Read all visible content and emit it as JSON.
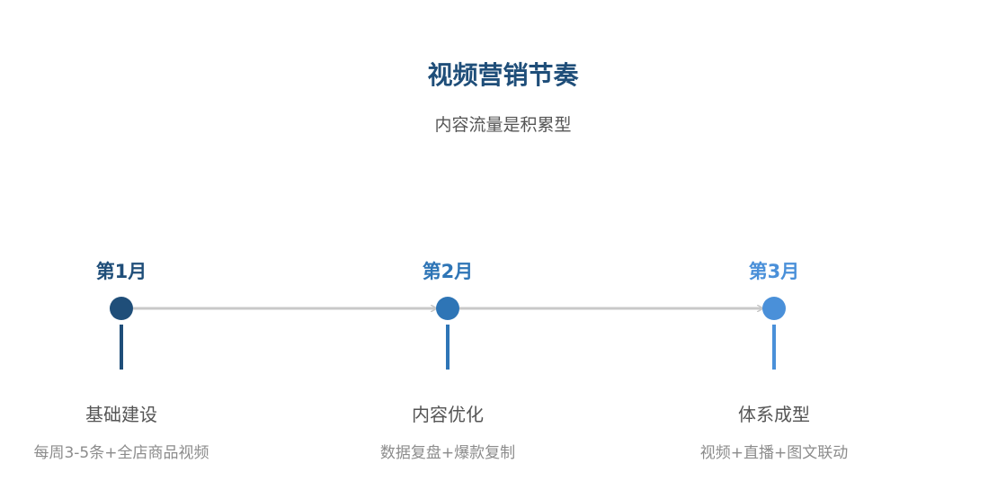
{
  "header": {
    "title": "视频营销节奏",
    "subtitle": "内容流量是积累型"
  },
  "colors": {
    "title": "#1f4e79",
    "connector": "#c8c8c8",
    "text_main": "#555555",
    "text_sub": "#8c8c8c"
  },
  "milestones": [
    {
      "month": "第1月",
      "title": "基础建设",
      "desc": "每周3-5条+全店商品视频",
      "color": "#1f4e79"
    },
    {
      "month": "第2月",
      "title": "内容优化",
      "desc": "数据复盘+爆款复制",
      "color": "#2e75b6"
    },
    {
      "month": "第3月",
      "title": "体系成型",
      "desc": "视频+直播+图文联动",
      "color": "#4a90d9"
    }
  ]
}
